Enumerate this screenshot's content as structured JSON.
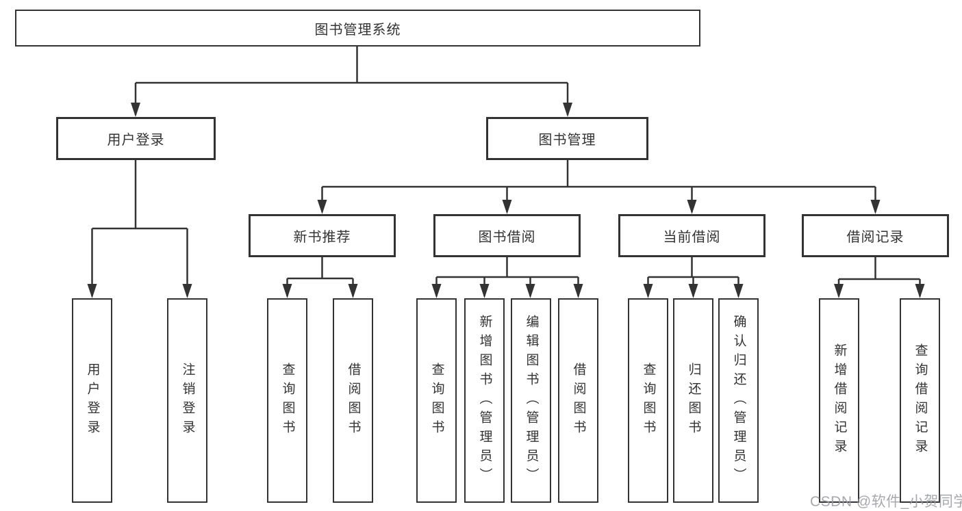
{
  "diagram": {
    "root": {
      "label": "图书管理系统"
    },
    "level2": [
      {
        "id": "user-login",
        "label": "用户登录"
      },
      {
        "id": "book-management",
        "label": "图书管理"
      }
    ],
    "level3": [
      {
        "id": "new-book-recommend",
        "label": "新书推荐"
      },
      {
        "id": "book-borrowing",
        "label": "图书借阅"
      },
      {
        "id": "current-borrowing",
        "label": "当前借阅"
      },
      {
        "id": "borrowing-records",
        "label": "借阅记录"
      }
    ],
    "leaves": [
      {
        "id": "user-login-action",
        "label": "用户登录"
      },
      {
        "id": "logout-action",
        "label": "注销登录"
      },
      {
        "id": "query-books-recommend",
        "label": "查询图书"
      },
      {
        "id": "borrow-books-recommend",
        "label": "借阅图书"
      },
      {
        "id": "query-books-borrowing",
        "label": "查询图书"
      },
      {
        "id": "add-book-admin",
        "label": "新增图书（管理员）"
      },
      {
        "id": "edit-book-admin",
        "label": "编辑图书（管理员）"
      },
      {
        "id": "borrow-books-borrowing",
        "label": "借阅图书"
      },
      {
        "id": "query-books-current",
        "label": "查询图书"
      },
      {
        "id": "return-books",
        "label": "归还图书"
      },
      {
        "id": "confirm-return-admin",
        "label": "确认归还（管理员）"
      },
      {
        "id": "add-borrow-record",
        "label": "新增借阅记录"
      },
      {
        "id": "query-borrow-record",
        "label": "查询借阅记录"
      }
    ],
    "colors": {
      "line": "#333333",
      "box_border": "#333333",
      "box_fill": "#ffffff",
      "text": "#333333",
      "watermark": "#98999f"
    },
    "watermark": "CSDN @软件_小贺同学"
  }
}
